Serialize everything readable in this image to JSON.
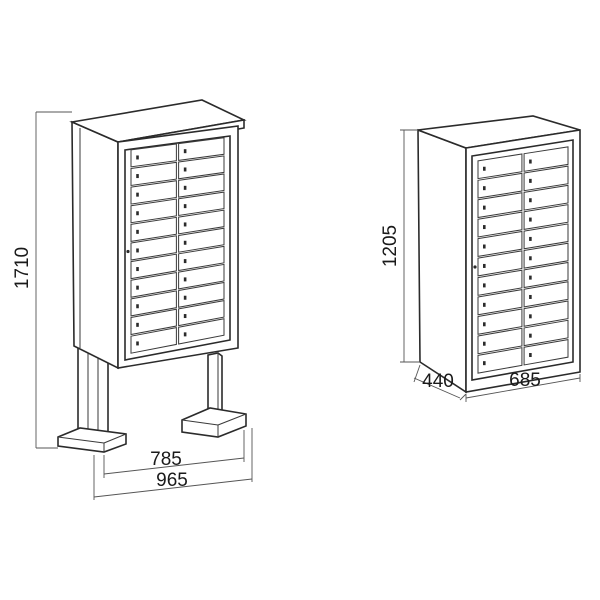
{
  "left_unit": {
    "height_label": "1710",
    "inner_width_label": "785",
    "outer_width_label": "965",
    "rows": 11,
    "columns": 2
  },
  "right_unit": {
    "height_label": "1205",
    "depth_label": "440",
    "width_label": "685",
    "rows": 11,
    "columns": 2
  }
}
